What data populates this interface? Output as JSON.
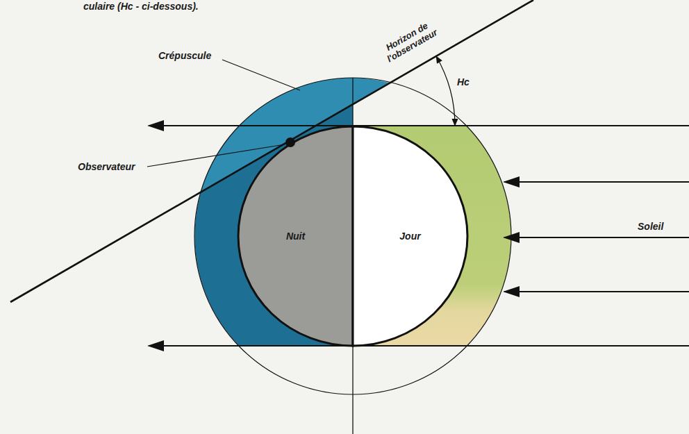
{
  "diagram": {
    "nodes": [
      {
        "text": [
          "Nuit"
        ]
      },
      {
        "text": [
          "Jour"
        ]
      }
    ],
    "labels": [
      "culaire (Hc - ci-dessous).",
      "Crépuscule",
      "Horizon de l'observateur",
      "Hc",
      "Observateur",
      "Soleil"
    ]
  }
}
